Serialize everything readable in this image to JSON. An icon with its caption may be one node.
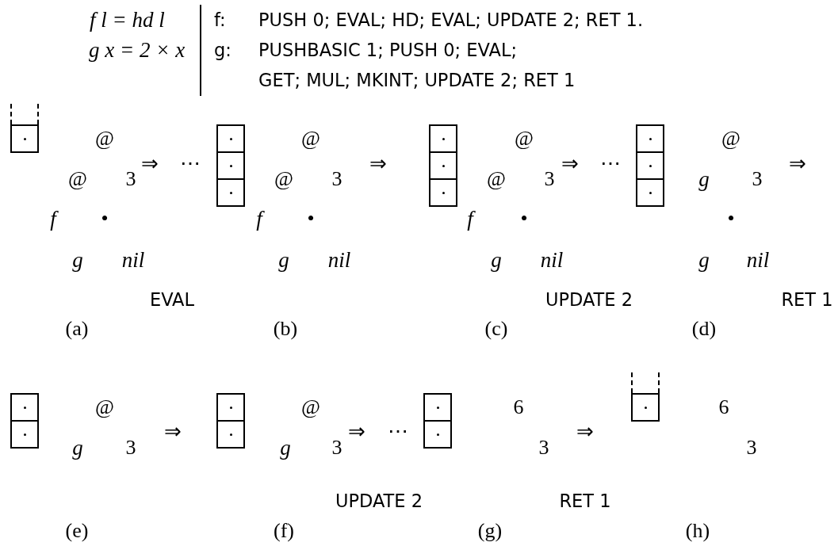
{
  "diagram": {
    "nodes": [
      {
        "text": [],
        "shape": "box"
      },
      {
        "text": [],
        "shape": "box"
      },
      {
        "text": [],
        "shape": "box"
      },
      {
        "text": [],
        "shape": "box"
      },
      {
        "text": [],
        "shape": "box"
      },
      {
        "text": [],
        "shape": "box"
      },
      {
        "text": [],
        "shape": "box"
      },
      {
        "text": [],
        "shape": "box"
      },
      {
        "text": [],
        "shape": "box"
      },
      {
        "text": [],
        "shape": "box"
      },
      {
        "text": [],
        "shape": "box"
      },
      {
        "text": [],
        "shape": "box"
      },
      {
        "text": [],
        "shape": "box"
      },
      {
        "text": [],
        "shape": "box"
      },
      {
        "text": [],
        "shape": "box"
      },
      {
        "text": [],
        "shape": "box"
      },
      {
        "text": [],
        "shape": "box"
      }
    ],
    "edges": [],
    "labels": [
      "f l = hd l",
      "g x = 2 × x",
      "f:",
      "PUSH 0; EVAL; HD; EVAL; UPDATE 2; RET 1.",
      "g:",
      "PUSHBASIC 1; PUSH 0; EVAL;",
      "GET; MUL; MKINT; UPDATE 2; RET 1",
      "@",
      "@",
      "3",
      "f",
      "•",
      "g",
      "nil",
      "⇒",
      "⋯",
      "@",
      "@",
      "3",
      "f",
      "•",
      "g",
      "nil",
      "⇒",
      "@",
      "@",
      "3",
      "f",
      "•",
      "g",
      "nil",
      "⇒",
      "⋯",
      "@",
      "g",
      "3",
      "•",
      "g",
      "nil",
      "⇒",
      "EVAL",
      "UPDATE 2",
      "RET 1",
      "(a)",
      "(b)",
      "(c)",
      "(d)",
      "@",
      "g",
      "3",
      "⇒",
      "@",
      "g",
      "3",
      "⇒",
      "⋯",
      "6",
      "3",
      "⇒",
      "6",
      "3",
      "UPDATE 2",
      "RET 1",
      "(e)",
      "(f)",
      "(g)",
      "(h)"
    ]
  }
}
